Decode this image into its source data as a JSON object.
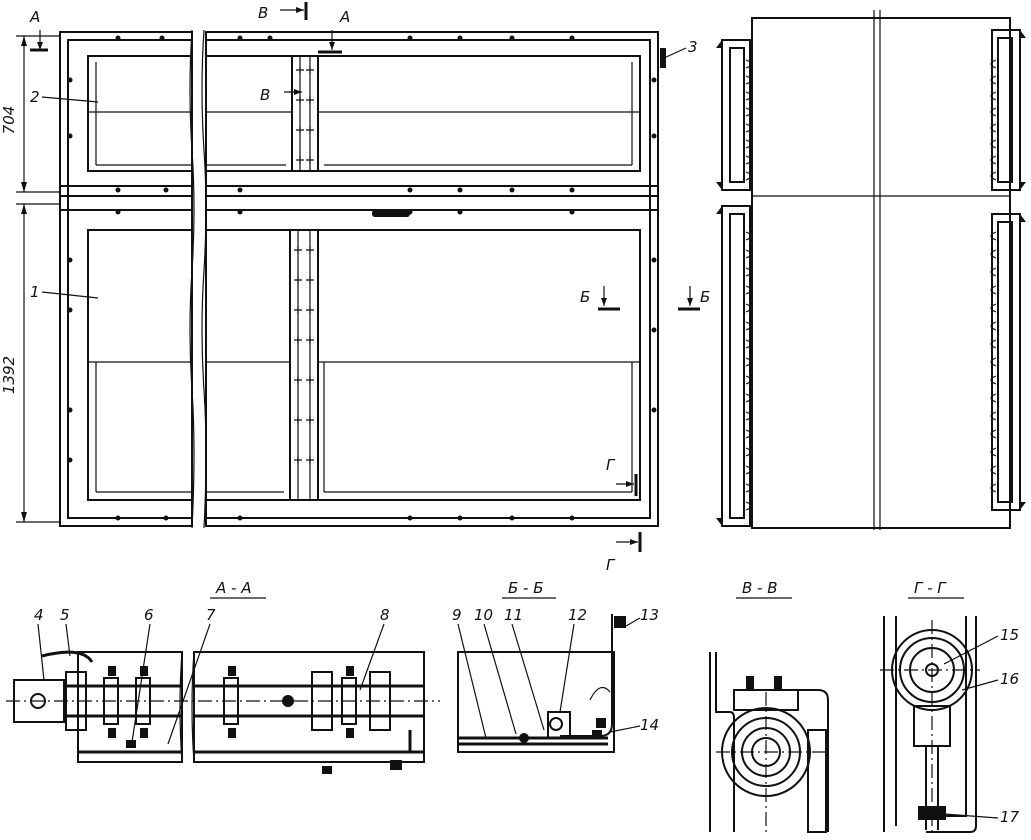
{
  "markers": {
    "section_A": "А",
    "section_B": "Б",
    "section_V": "В",
    "section_G": "Г"
  },
  "dimensions": {
    "top_height": "704",
    "bottom_height": "1392"
  },
  "callouts": [
    "1",
    "2",
    "3",
    "4",
    "5",
    "6",
    "7",
    "8",
    "9",
    "10",
    "11",
    "12",
    "13",
    "14",
    "15",
    "16",
    "17"
  ],
  "section_titles": {
    "aa": "А - А",
    "bb": "Б - Б",
    "vv": "В - В",
    "gg": "Г - Г"
  }
}
